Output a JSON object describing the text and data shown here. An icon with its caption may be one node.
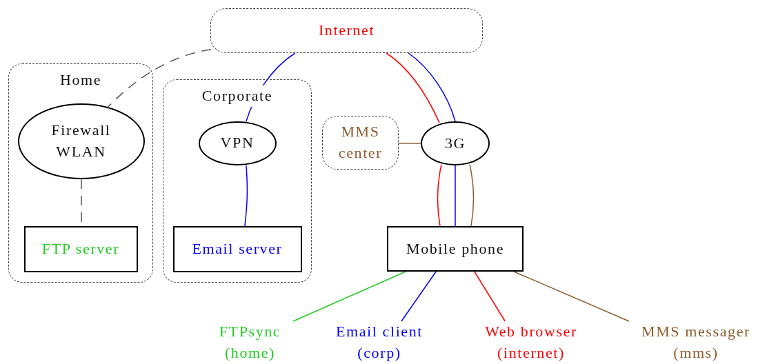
{
  "diagram": {
    "nodes": [
      {
        "text": [
          "Internet"
        ]
      },
      {
        "text": [
          "Home"
        ]
      },
      {
        "text": [
          "Firewall WLAN"
        ],
        "in": 1
      },
      {
        "text": [
          "FTP server"
        ],
        "in": 1
      },
      {
        "text": [
          "Corporate"
        ]
      },
      {
        "text": [
          "VPN"
        ],
        "in": 4
      },
      {
        "text": [
          "Email server"
        ],
        "in": 4
      },
      {
        "text": [
          "MMS center"
        ]
      },
      {
        "text": [
          "3G"
        ]
      },
      {
        "text": [
          "Mobile phone"
        ]
      },
      {
        "text": [
          "FTPsync (home)"
        ]
      },
      {
        "text": [
          "Email client (corp)"
        ]
      },
      {
        "text": [
          "Web browser (internet)"
        ]
      },
      {
        "text": [
          "MMS messager (mms)"
        ]
      }
    ],
    "edges": [
      {
        "from": 0,
        "to": 2,
        "arrow": "none",
        "style": "dashed",
        "color": "#555555"
      },
      {
        "from": 2,
        "to": 3,
        "arrow": "none",
        "style": "dashed",
        "color": "#555555"
      },
      {
        "from": 0,
        "to": 5,
        "arrow": "none"
      },
      {
        "from": 5,
        "to": 6,
        "arrow": "none"
      },
      {
        "from": 0,
        "to": 8,
        "arrow": "none",
        "color": "#ff0000"
      },
      {
        "from": 0,
        "to": 8,
        "arrow": "none"
      },
      {
        "from": 7,
        "to": 8,
        "arrow": "none",
        "color": "#8e5c2e"
      },
      {
        "from": 8,
        "to": 9,
        "arrow": "none",
        "color": "#ff0000"
      },
      {
        "from": 8,
        "to": 9,
        "arrow": "none"
      },
      {
        "from": 8,
        "to": 9,
        "arrow": "none",
        "color": "#8e5c2e"
      },
      {
        "from": 9,
        "to": 10,
        "arrow": "none",
        "color": "#22cc22"
      },
      {
        "from": 9,
        "to": 11,
        "arrow": "none"
      },
      {
        "from": 9,
        "to": 12,
        "arrow": "none",
        "color": "#ff0000"
      },
      {
        "from": 9,
        "to": 13,
        "arrow": "none",
        "color": "#8e5c2e"
      }
    ]
  }
}
